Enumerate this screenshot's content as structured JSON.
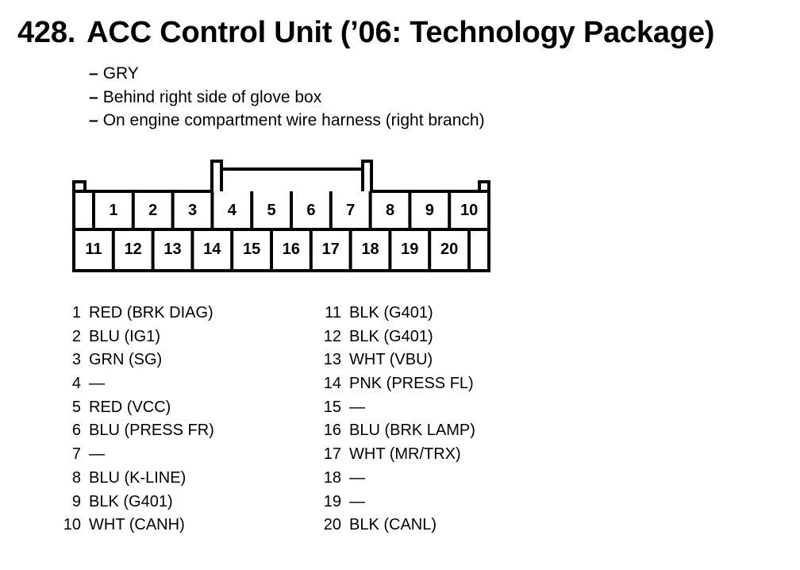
{
  "header": {
    "number": "428.",
    "title": "ACC Control Unit (’06: Technology Package)"
  },
  "notes": [
    "GRY",
    "Behind right side of glove box",
    "On engine compartment wire harness (right branch)"
  ],
  "note_dash": "–",
  "connector": {
    "top_row": [
      "1",
      "2",
      "3",
      "4",
      "5",
      "6",
      "7",
      "8",
      "9",
      "10"
    ],
    "bottom_row": [
      "11",
      "12",
      "13",
      "14",
      "15",
      "16",
      "17",
      "18",
      "19",
      "20"
    ]
  },
  "pins_left": [
    {
      "pin": "1",
      "desc": "RED (BRK DIAG)"
    },
    {
      "pin": "2",
      "desc": "BLU (IG1)"
    },
    {
      "pin": "3",
      "desc": "GRN (SG)"
    },
    {
      "pin": "4",
      "desc": "—"
    },
    {
      "pin": "5",
      "desc": "RED (VCC)"
    },
    {
      "pin": "6",
      "desc": "BLU (PRESS FR)"
    },
    {
      "pin": "7",
      "desc": "—"
    },
    {
      "pin": "8",
      "desc": "BLU (K-LINE)"
    },
    {
      "pin": "9",
      "desc": "BLK (G401)"
    },
    {
      "pin": "10",
      "desc": "WHT (CANH)"
    }
  ],
  "pins_right": [
    {
      "pin": "11",
      "desc": "BLK (G401)"
    },
    {
      "pin": "12",
      "desc": "BLK (G401)"
    },
    {
      "pin": "13",
      "desc": "WHT (VBU)"
    },
    {
      "pin": "14",
      "desc": "PNK (PRESS FL)"
    },
    {
      "pin": "15",
      "desc": "—"
    },
    {
      "pin": "16",
      "desc": "BLU (BRK LAMP)"
    },
    {
      "pin": "17",
      "desc": "WHT (MR/TRX)"
    },
    {
      "pin": "18",
      "desc": "—"
    },
    {
      "pin": "19",
      "desc": "—"
    },
    {
      "pin": "20",
      "desc": "BLK (CANL)"
    }
  ]
}
